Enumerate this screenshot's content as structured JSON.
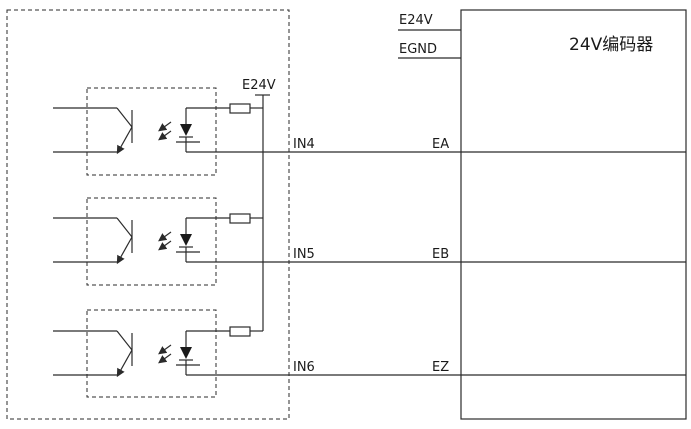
{
  "supply_labels": {
    "e24v": "E24V",
    "egnd": "EGND"
  },
  "encoder": {
    "title": "24V编码器"
  },
  "board_supply": "E24V",
  "channels": [
    {
      "input": "IN4",
      "signal": "EA"
    },
    {
      "input": "IN5",
      "signal": "EB"
    },
    {
      "input": "IN6",
      "signal": "EZ"
    }
  ]
}
